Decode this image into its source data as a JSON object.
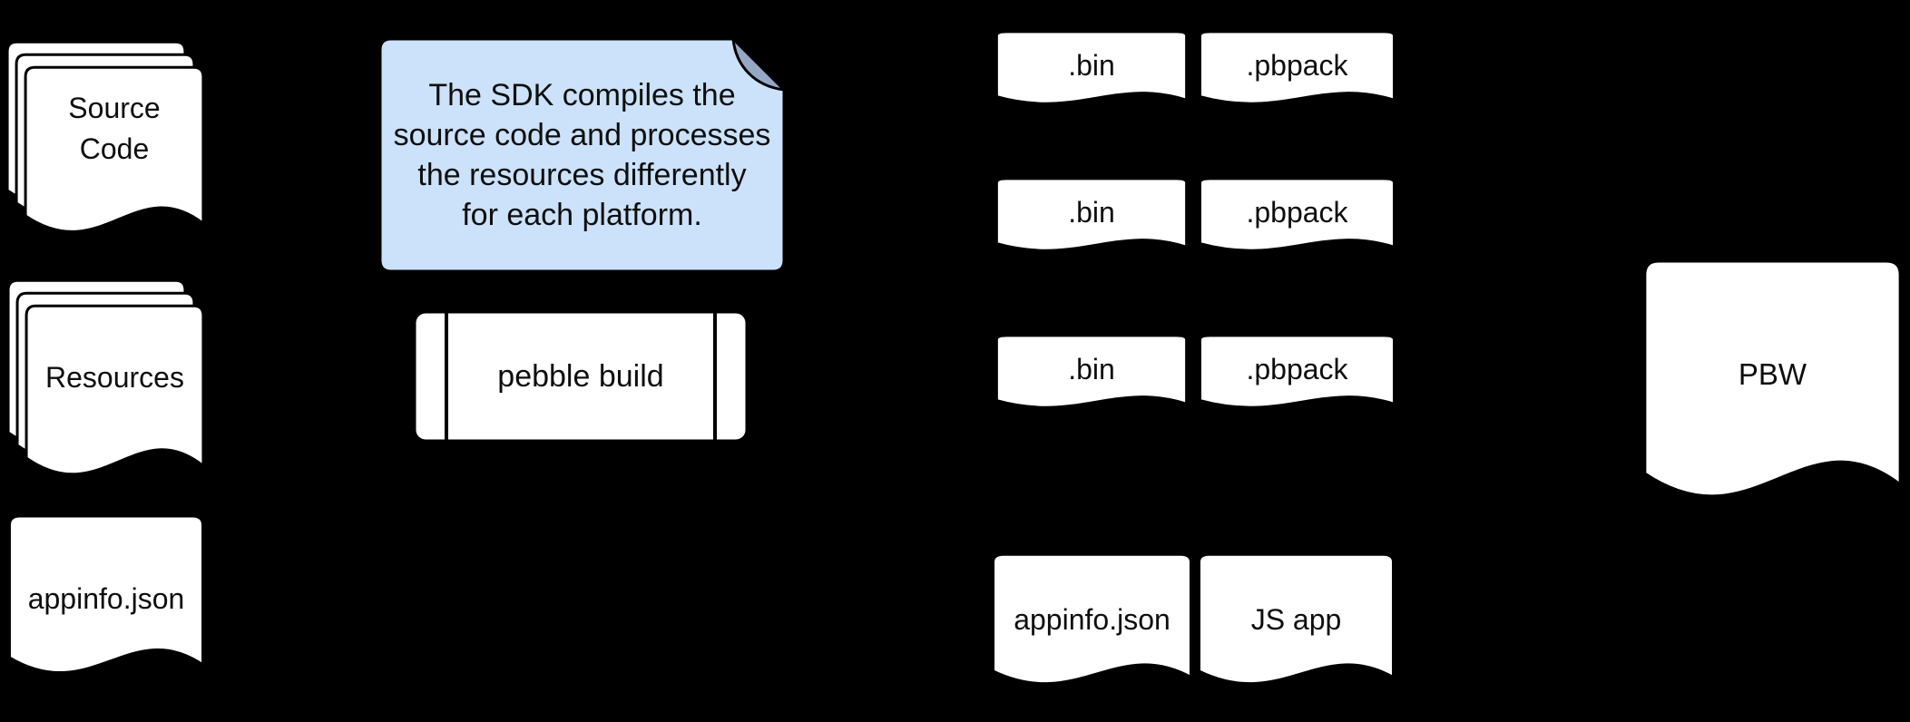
{
  "palette": {
    "bg": "#000000",
    "doc_fill": "#ffffff",
    "doc_stroke": "#000000",
    "note_fill": "#cbe2fa",
    "note_fold": "#96a9c4",
    "text": "#0e0e0e"
  },
  "inputs": {
    "source_code": {
      "line1": "Source",
      "line2": "Code"
    },
    "resources": {
      "label": "Resources"
    },
    "appinfo": {
      "label": "appinfo.json"
    }
  },
  "note": {
    "line1": "The SDK compiles the",
    "line2": "source code and processes",
    "line3": "the resources differently",
    "line4": "for each platform."
  },
  "process": {
    "label": "pebble build"
  },
  "outputs": {
    "row1": {
      "left": ".bin",
      "right": ".pbpack"
    },
    "row2": {
      "left": ".bin",
      "right": ".pbpack"
    },
    "row3": {
      "left": ".bin",
      "right": ".pbpack"
    },
    "row4": {
      "left": "appinfo.json",
      "right": "JS app"
    }
  },
  "result": {
    "label": "PBW"
  }
}
